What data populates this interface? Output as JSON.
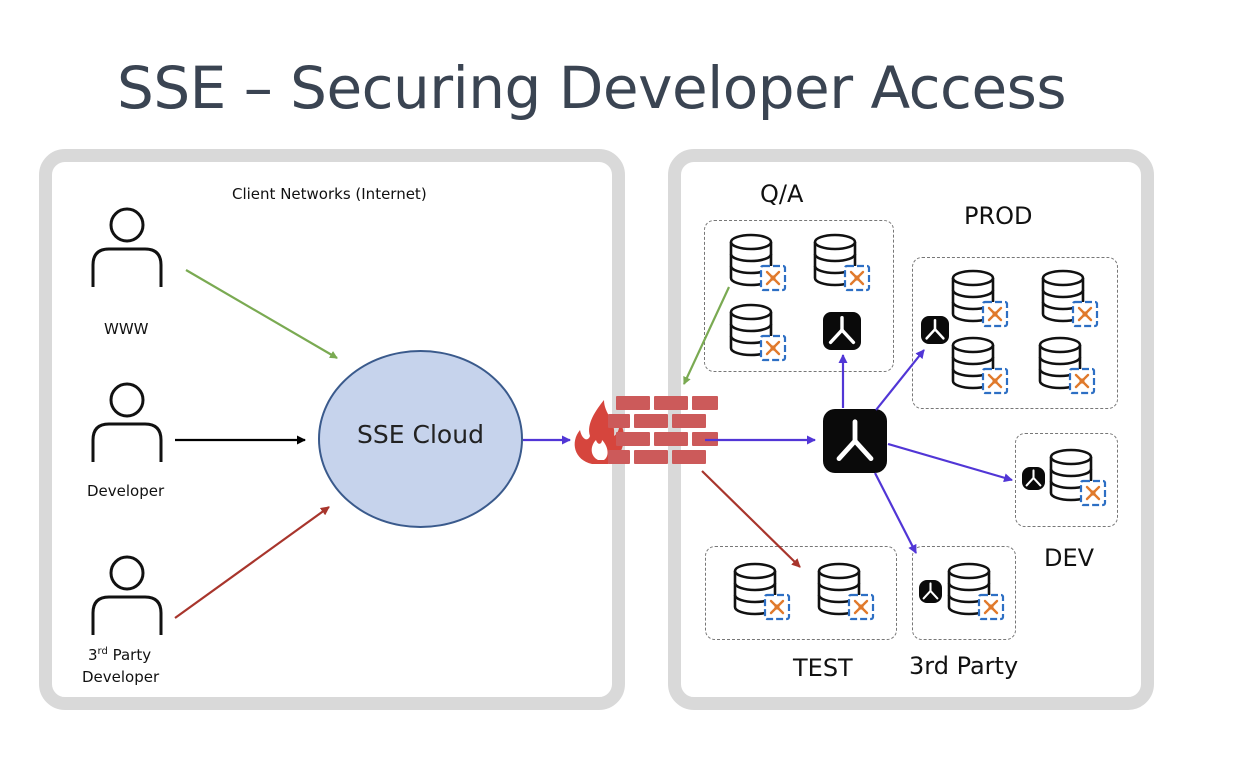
{
  "title": "SSE – Securing Developer Access",
  "left_panel": {
    "heading": "Client Networks (Internet)",
    "users": [
      {
        "label": "WWW"
      },
      {
        "label": "Developer"
      },
      {
        "label_line1_num": "3",
        "label_line1_sup": "rd",
        "label_line1_rest": " Party",
        "label_line2": "Developer"
      }
    ],
    "cloud": "SSE Cloud"
  },
  "right_panel": {
    "env_labels": {
      "qa": "Q/A",
      "prod": "PROD",
      "dev": "DEV",
      "test": "TEST",
      "third_party": "3rd Party"
    }
  },
  "colors": {
    "arrow_green": "#7aaa52",
    "arrow_red": "#a8352c",
    "arrow_blue": "#5136d6",
    "arrow_black": "#000000",
    "cloud_fill": "#c6d3ec",
    "firewall_brick": "#cc5a5a",
    "flame": "#d6453d"
  }
}
